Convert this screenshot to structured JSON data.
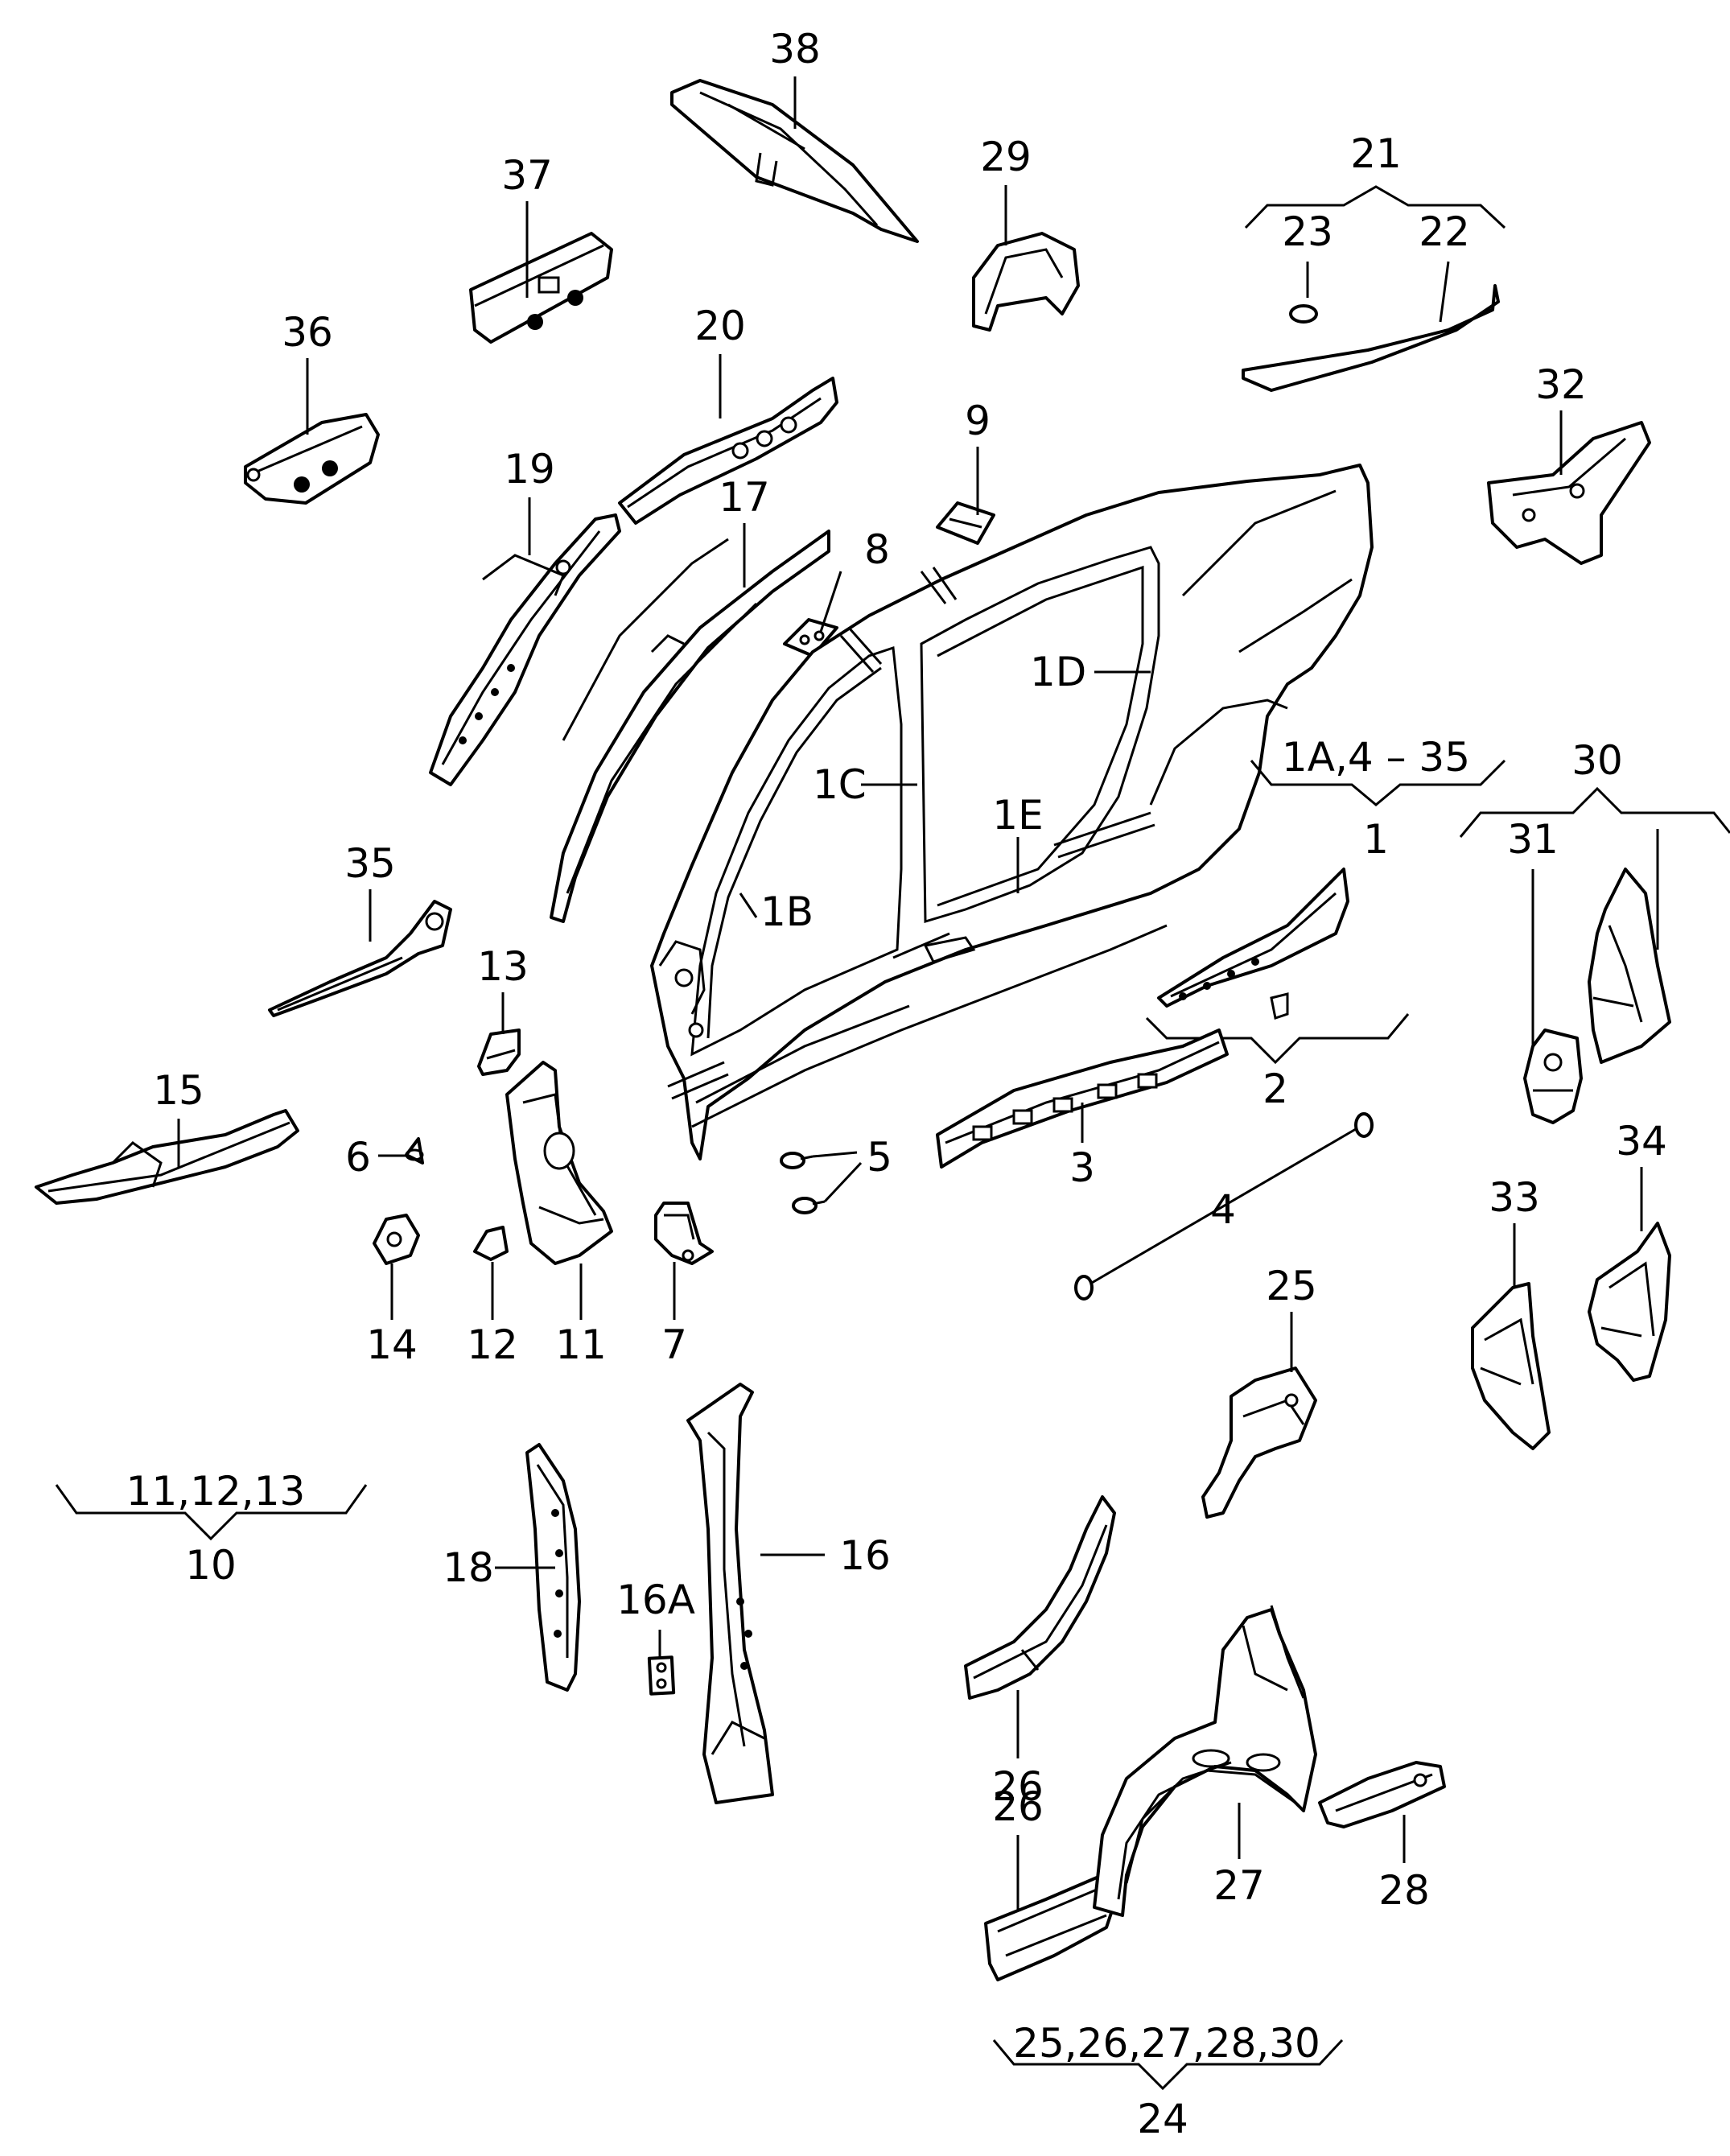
{
  "labels": {
    "p1": "1",
    "p1A": "1A,4 – 35",
    "p1B": "1B",
    "p1C": "1C",
    "p1D": "1D",
    "p1E": "1E",
    "p2": "2",
    "p3": "3",
    "p4": "4",
    "p5": "5",
    "p6": "6",
    "p7": "7",
    "p8": "8",
    "p9": "9",
    "p10": "10",
    "p10g": "11,12,13",
    "p11": "11",
    "p12": "12",
    "p13": "13",
    "p14": "14",
    "p15": "15",
    "p16": "16",
    "p16A": "16A",
    "p17": "17",
    "p18": "18",
    "p19": "19",
    "p20": "20",
    "p21": "21",
    "p22": "22",
    "p23": "23",
    "p24": "24",
    "p24g": "25,26,27,28,30",
    "p25": "25",
    "p26a": "26",
    "p26b": "26",
    "p27": "27",
    "p28": "28",
    "p29": "29",
    "p30": "30",
    "p31": "31",
    "p32": "32",
    "p33": "33",
    "p34": "34",
    "p35": "35",
    "p36": "36",
    "p37": "37",
    "p38": "38"
  }
}
